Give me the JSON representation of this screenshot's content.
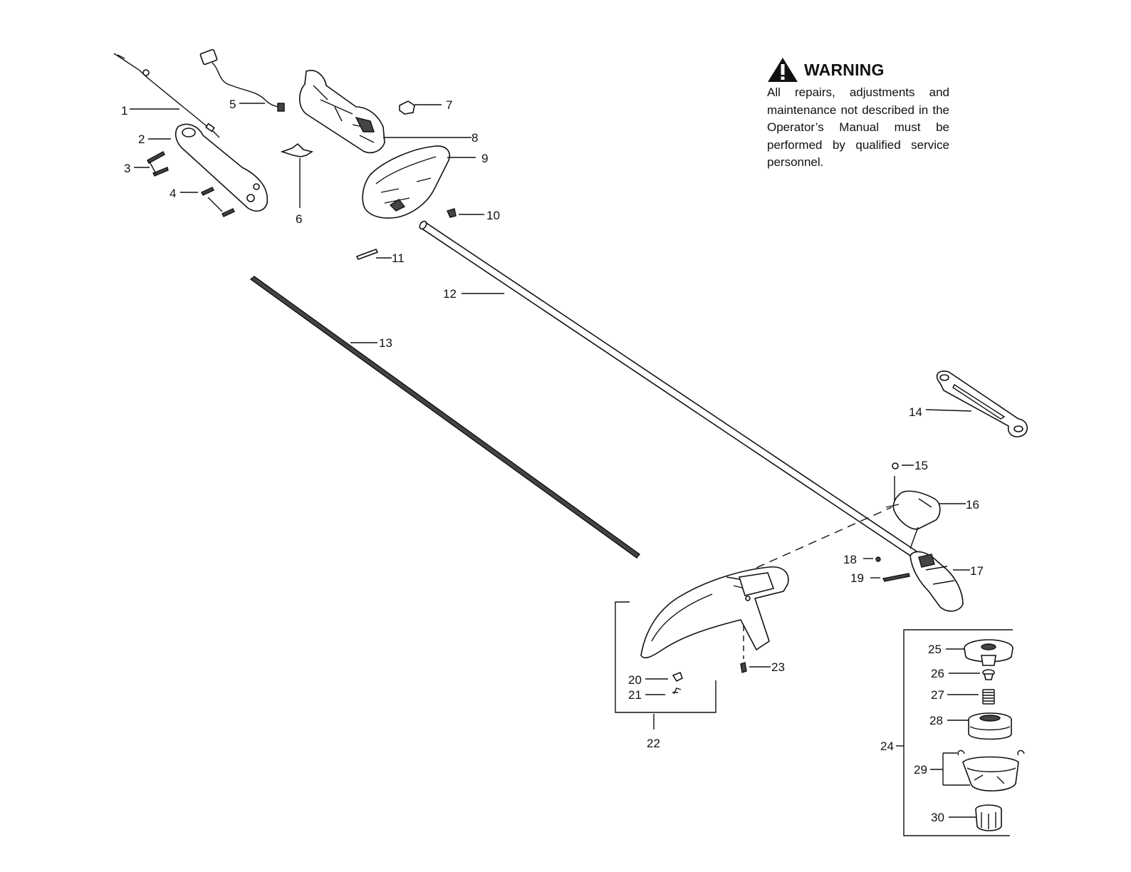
{
  "warning": {
    "title": "WARNING",
    "text": "All repairs, adjustments and maintenance not described in the Operator’s Manual must be performed by qualified service personnel."
  },
  "labels": {
    "p1": "1",
    "p2": "2",
    "p3": "3",
    "p4": "4",
    "p5": "5",
    "p6": "6",
    "p7": "7",
    "p8": "8",
    "p9": "9",
    "p10": "10",
    "p11": "11",
    "p12": "12",
    "p13": "13",
    "p14": "14",
    "p15": "15",
    "p16": "16",
    "p17": "17",
    "p18": "18",
    "p19": "19",
    "p20": "20",
    "p21": "21",
    "p22": "22",
    "p23": "23",
    "p24": "24",
    "p25": "25",
    "p26": "26",
    "p27": "27",
    "p28": "28",
    "p29": "29",
    "p30": "30"
  }
}
